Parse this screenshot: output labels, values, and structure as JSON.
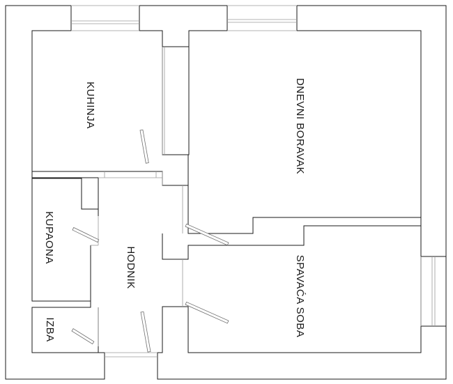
{
  "plan": {
    "rooms": {
      "kuhinja": "KUHINJA",
      "dnevni_boravak": "DNEVNI BORAVAK",
      "kupaona": "KUPAONA",
      "hodnik": "HODNIK",
      "spavaca_soba": "SPAVAĆA SOBA",
      "izba": "IZBA"
    },
    "colors": {
      "background": "#ffffff",
      "wall": "#1a1a1a",
      "opening": "#9a9a9a"
    }
  }
}
